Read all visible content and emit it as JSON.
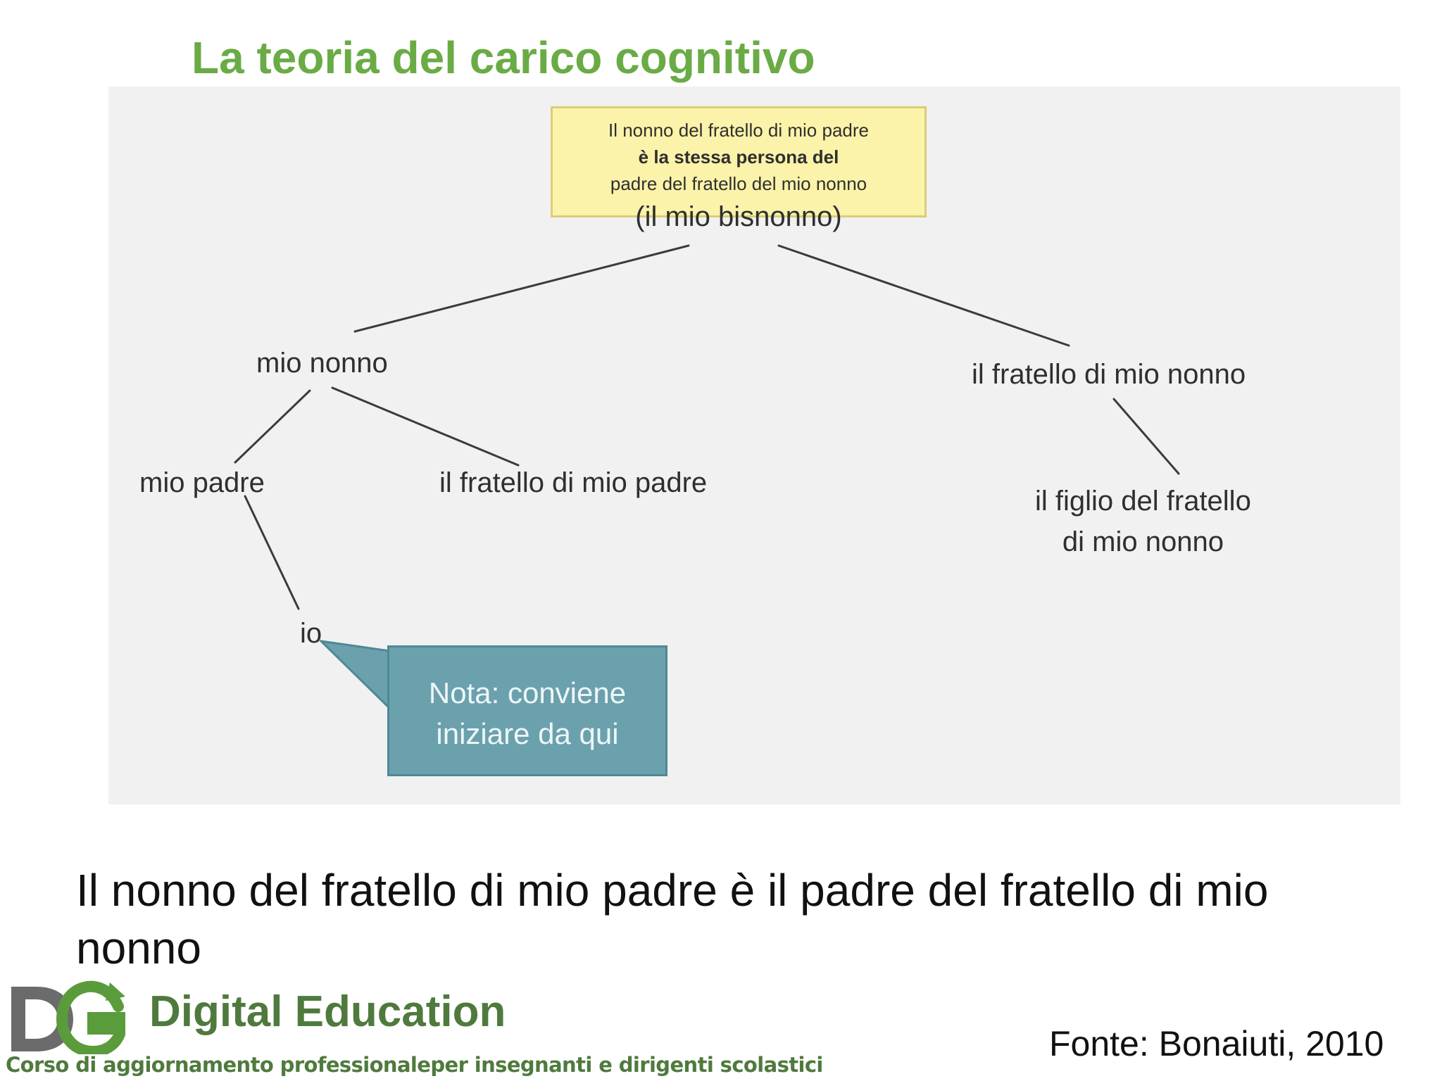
{
  "slide": {
    "title": "La teoria del carico cognitivo",
    "caption": "Il nonno del fratello di mio padre è il padre del fratello di mio nonno",
    "source": "Fonte: Bonaiuti, 2010"
  },
  "diagram": {
    "root": {
      "line1": "Il nonno del fratello di mio padre",
      "line2": "è la stessa persona del",
      "line3": "padre del fratello del mio nonno",
      "line4": "(il mio bisnonno)"
    },
    "nodes": {
      "grandfather": "mio nonno",
      "grandfather_brother": "il fratello di mio nonno",
      "father": "mio padre",
      "father_brother": "il fratello di mio padre",
      "me": "io",
      "cousin_line1": "il figlio del fratello",
      "cousin_line2": "di mio nonno"
    },
    "note": {
      "line1": "Nota: conviene",
      "line2": "iniziare da qui"
    }
  },
  "logo": {
    "title": "Digital Education",
    "tagline": "Corso di aggiornamento professionaleper insegnanti e dirigenti scolastici"
  },
  "colors": {
    "title_green": "#6aab45",
    "root_box_fill": "#fbf3a9",
    "note_box_fill": "#6ba1ad",
    "logo_green": "#4f7a3d",
    "panel_background": "#f1f1f1"
  }
}
